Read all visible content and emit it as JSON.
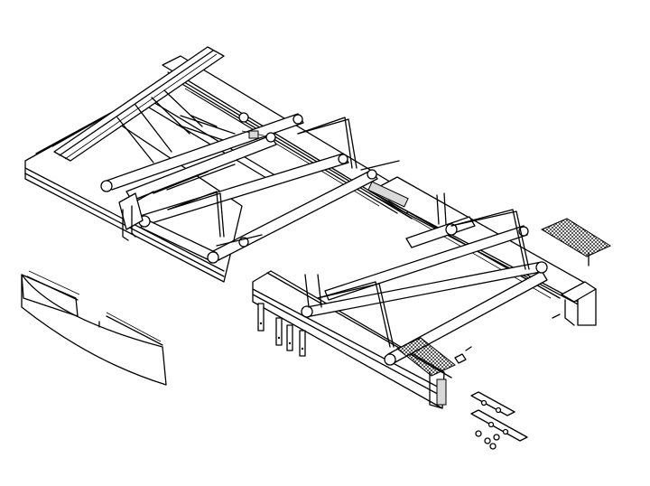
{
  "figure": {
    "kind": "exploded-isometric-line-drawing",
    "background": "#ffffff",
    "stroke_color": "#000000",
    "labels": []
  },
  "parts": [
    {
      "id": "main-frame",
      "icon": "frame-rails"
    },
    {
      "id": "tilted-panel",
      "icon": "panel"
    },
    {
      "id": "tube-rollers",
      "icon": "tube"
    },
    {
      "id": "tension-rods",
      "icon": "rod"
    },
    {
      "id": "end-clamp",
      "icon": "clamp"
    },
    {
      "id": "valance-cover",
      "icon": "curved-panel"
    },
    {
      "id": "mesh-pads",
      "icon": "mesh"
    },
    {
      "id": "hanger-brackets",
      "icon": "bracket"
    },
    {
      "id": "hardware-set",
      "icon": "fasteners"
    }
  ]
}
